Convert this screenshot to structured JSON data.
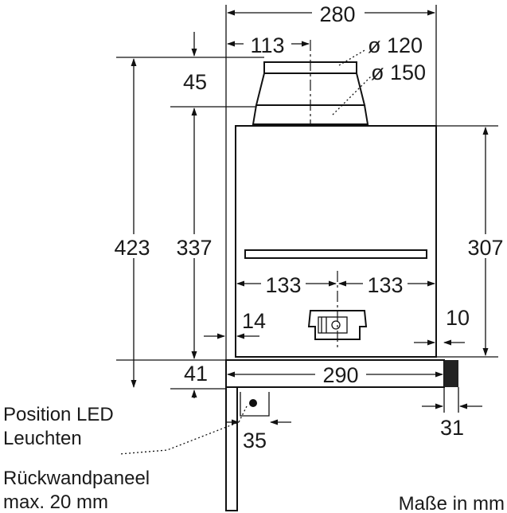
{
  "dimensions": {
    "total_width": "280",
    "outlet_offset": "113",
    "dia_small": "ø 120",
    "dia_large": "ø 150",
    "collar_height": "45",
    "total_height": "423",
    "body_height": "337",
    "front_height": "307",
    "half_left": "133",
    "half_right": "133",
    "side_gap": "14",
    "panel_gap": "10",
    "strip_height": "41",
    "strip_width": "290",
    "panel_depth": "31",
    "led_offset": "35"
  },
  "labels": {
    "led_line1": "Position LED",
    "led_line2": "Leuchten",
    "panel_line1": "Rückwandpaneel",
    "panel_line2": "max. 20 mm",
    "units": "Maße in mm"
  }
}
